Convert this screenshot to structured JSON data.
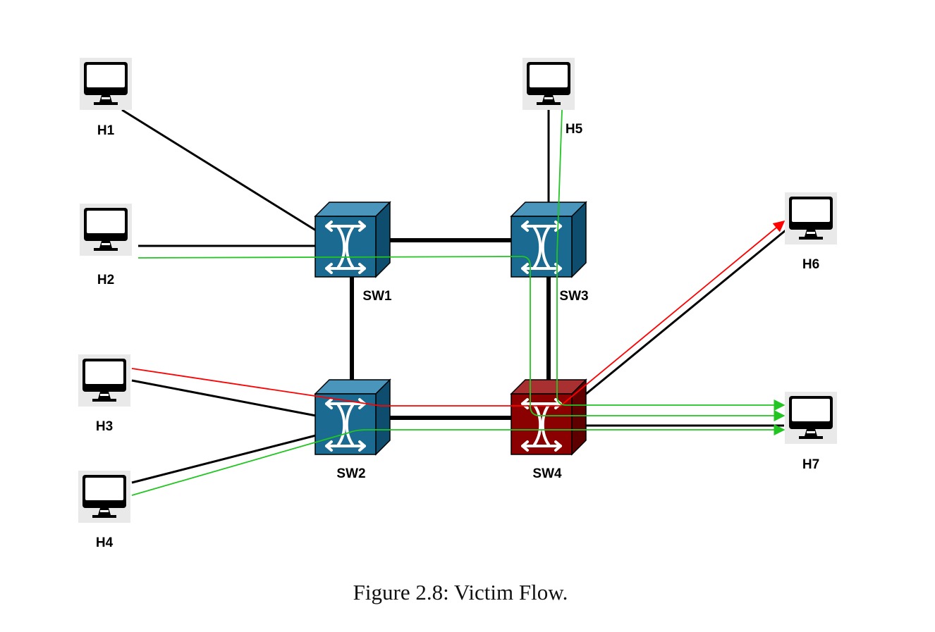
{
  "figure": {
    "caption": "Figure 2.8: Victim Flow."
  },
  "colors": {
    "link": "#000000",
    "normal_switch": "#1b6a91",
    "victim_switch": "#8b0000",
    "attack_flow": "#ff0000",
    "victim_flow": "#22c522",
    "host_tile_bg": "#e9e9e9"
  },
  "hosts": [
    {
      "id": "H1",
      "label": "H1",
      "icon": "monitor-icon"
    },
    {
      "id": "H2",
      "label": "H2",
      "icon": "monitor-icon"
    },
    {
      "id": "H3",
      "label": "H3",
      "icon": "monitor-icon"
    },
    {
      "id": "H4",
      "label": "H4",
      "icon": "monitor-icon"
    },
    {
      "id": "H5",
      "label": "H5",
      "icon": "monitor-icon"
    },
    {
      "id": "H6",
      "label": "H6",
      "icon": "monitor-icon"
    },
    {
      "id": "H7",
      "label": "H7",
      "icon": "monitor-icon"
    }
  ],
  "switches": [
    {
      "id": "SW1",
      "label": "SW1",
      "state": "normal",
      "icon": "switch-icon"
    },
    {
      "id": "SW2",
      "label": "SW2",
      "state": "normal",
      "icon": "switch-icon"
    },
    {
      "id": "SW3",
      "label": "SW3",
      "state": "normal",
      "icon": "switch-icon"
    },
    {
      "id": "SW4",
      "label": "SW4",
      "state": "victim",
      "icon": "switch-icon"
    }
  ],
  "links": [
    [
      "H1",
      "SW1"
    ],
    [
      "H2",
      "SW1"
    ],
    [
      "H3",
      "SW2"
    ],
    [
      "H4",
      "SW2"
    ],
    [
      "H5",
      "SW3"
    ],
    [
      "SW4",
      "H6"
    ],
    [
      "SW4",
      "H7"
    ],
    [
      "SW1",
      "SW3"
    ],
    [
      "SW1",
      "SW2"
    ],
    [
      "SW2",
      "SW4"
    ],
    [
      "SW3",
      "SW4"
    ]
  ],
  "flows": [
    {
      "type": "attack",
      "path": [
        "H3",
        "SW2",
        "SW4",
        "H6"
      ]
    },
    {
      "type": "victim",
      "path": [
        "H2",
        "SW1",
        "SW3",
        "SW4",
        "H7"
      ]
    },
    {
      "type": "victim",
      "path": [
        "H5",
        "SW3",
        "SW4",
        "H7"
      ]
    },
    {
      "type": "victim",
      "path": [
        "H4",
        "SW2",
        "SW4",
        "H7"
      ]
    }
  ]
}
